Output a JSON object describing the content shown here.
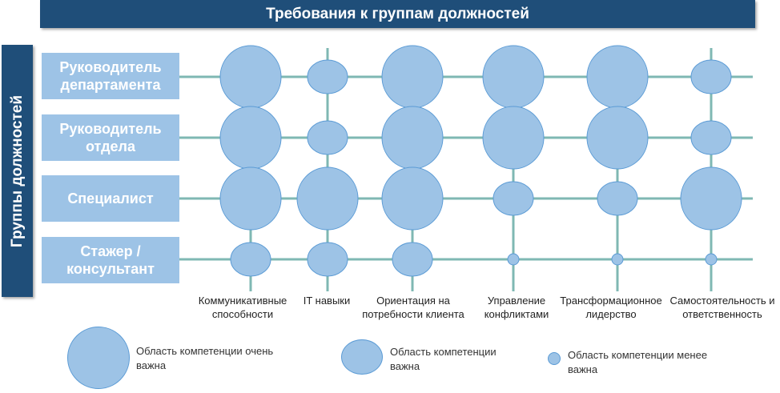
{
  "title": "Требования к группам должностей",
  "side_label": "Группы должностей",
  "colors": {
    "dark_blue": "#1f4e79",
    "light_blue": "#9dc3e6",
    "line_teal": "#7fb8b3",
    "circle_border": "#5b9bd5"
  },
  "rows": [
    {
      "label": "Руководитель\nдепартамента"
    },
    {
      "label": "Руководитель\nотдела"
    },
    {
      "label": "Специалист"
    },
    {
      "label": "Стажер /\nконсультант"
    }
  ],
  "columns": [
    {
      "label": "Коммуникативные\nспособности"
    },
    {
      "label": "IT навыки"
    },
    {
      "label": "Ориентация на\nпотребности клиента"
    },
    {
      "label": "Управление\nконфликтами"
    },
    {
      "label": "Трансформационное\nлидерство"
    },
    {
      "label": "Самостоятельность и\nответственность"
    }
  ],
  "importance_matrix": [
    [
      "very_important",
      "important",
      "very_important",
      "very_important",
      "very_important",
      "important"
    ],
    [
      "very_important",
      "important",
      "very_important",
      "very_important",
      "very_important",
      "important"
    ],
    [
      "very_important",
      "very_important",
      "very_important",
      "important",
      "important",
      "very_important"
    ],
    [
      "important",
      "important",
      "important",
      "less_important",
      "less_important",
      "less_important"
    ]
  ],
  "legend": [
    {
      "level": "very_important",
      "text": "Область компетенции очень\nважна"
    },
    {
      "level": "important",
      "text": "Область компетенции\nважна"
    },
    {
      "level": "less_important",
      "text": "Область компетенции менее\nважна"
    }
  ]
}
